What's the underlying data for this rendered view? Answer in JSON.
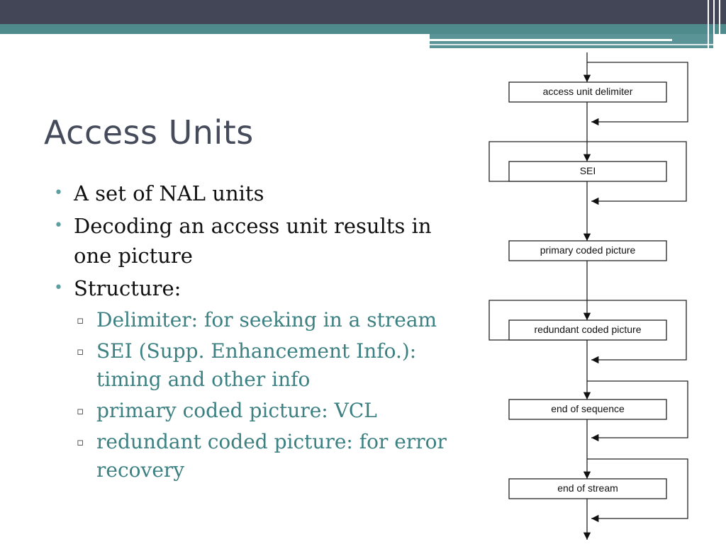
{
  "slide": {
    "title": "Access Units",
    "bullets": [
      {
        "text": "A set of NAL units"
      },
      {
        "text": "Decoding an access unit results in one picture"
      },
      {
        "text": "Structure:"
      }
    ],
    "subbullets": [
      {
        "text": "Delimiter: for seeking in a stream"
      },
      {
        "text": "SEI (Supp. Enhancement Info.): timing and other info"
      },
      {
        "text": "primary coded picture: VCL"
      },
      {
        "text": "redundant coded picture: for error recovery"
      }
    ]
  },
  "diagram": {
    "boxes": [
      "access unit delimiter",
      "SEI",
      "primary coded picture",
      "redundant coded picture",
      "end of sequence",
      "end of stream"
    ]
  },
  "colors": {
    "top_bar": "#434656",
    "teal_bar": "#4f8b8d",
    "title": "#454b5a",
    "sub_text": "#3c8082",
    "bullet": "#5f9ea0"
  }
}
